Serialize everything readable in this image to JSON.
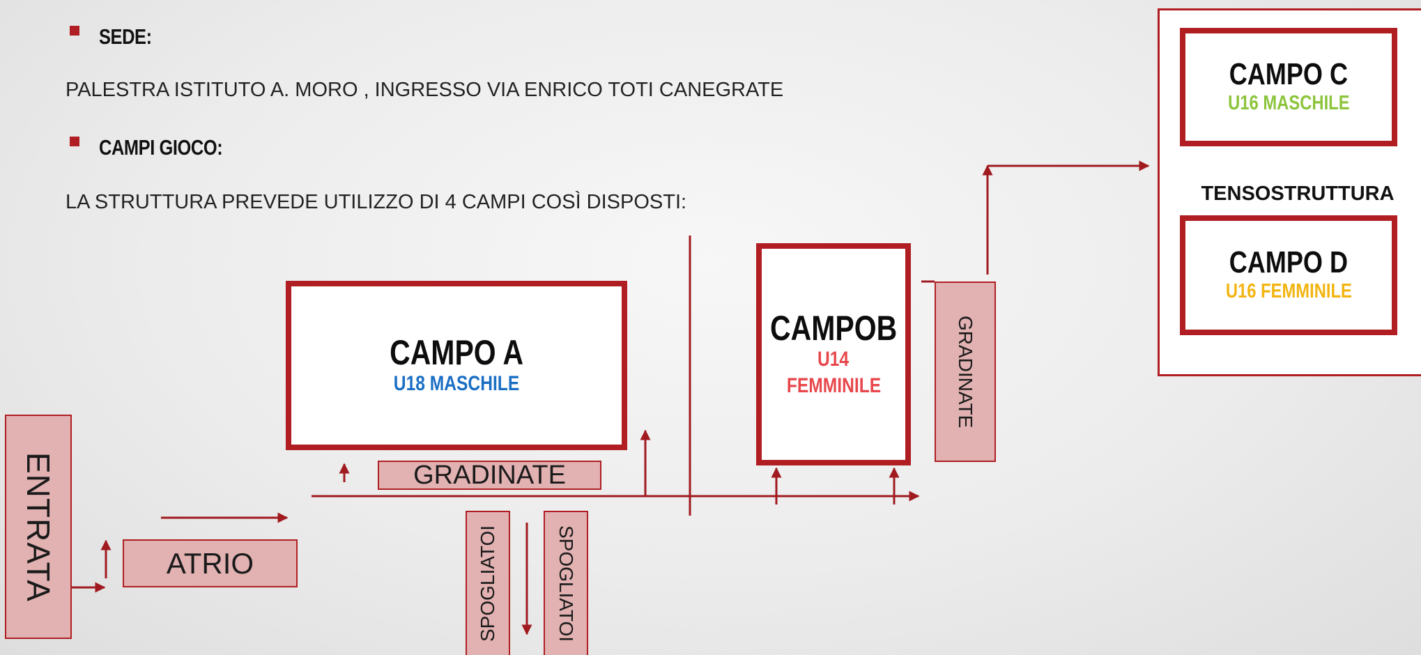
{
  "sede": {
    "heading": "SEDE:",
    "text": "PALESTRA ISTITUTO A. MORO , INGRESSO VIA ENRICO TOTI CANEGRATE"
  },
  "campi": {
    "heading": "CAMPI GIOCO:",
    "text": "LA STRUTTURA PREVEDE UTILIZZO DI 4 CAMPI COSÌ DISPOSTI:"
  },
  "campo_a": {
    "title": "CAMPO A",
    "sub": "U18 MASCHILE"
  },
  "campo_b": {
    "title": "CAMPOB",
    "sub1": "U14",
    "sub2": "FEMMINILE"
  },
  "campo_c": {
    "title": "CAMPO C",
    "sub": "U16 MASCHILE"
  },
  "campo_d": {
    "title": "CAMPO D",
    "sub": "U16 FEMMINILE"
  },
  "tensostruttura": "TENSOSTRUTTURA",
  "labels": {
    "entrata": "ENTRATA",
    "atrio": "ATRIO",
    "gradinate_a": "GRADINATE",
    "gradinate_b": "GRADINATE",
    "spogliatoi_1": "SPOGLIATOI",
    "spogliatoi_2": "SPOGLIATOI"
  },
  "colors": {
    "accent_red": "#b01e23",
    "u18_blue": "#1a6fc4",
    "u14_red": "#e8474c",
    "u16m_green": "#8cc43c",
    "u16f_yellow": "#f2b410",
    "pink_fill": "#e2b1b1"
  }
}
